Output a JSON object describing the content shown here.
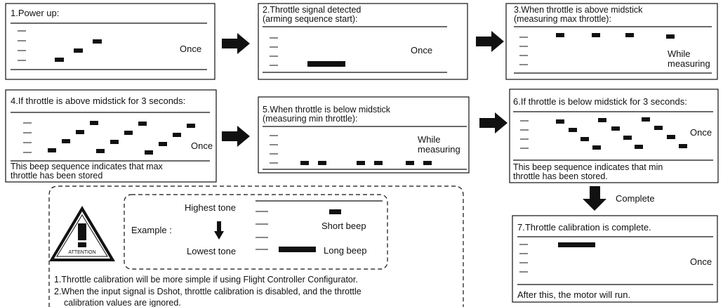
{
  "steps": {
    "s1": {
      "title": "1.Power up:",
      "note": "Once"
    },
    "s2": {
      "title_1": "2.Throttle signal detected",
      "title_2": "(arming sequence start):",
      "note": "Once"
    },
    "s3": {
      "title_1": "3.When throttle is above midstick",
      "title_2": "(measuring max throttle):",
      "note_1": "While",
      "note_2": "measuring"
    },
    "s4": {
      "title": "4.If throttle is above midstick for 3 seconds:",
      "note": "Once",
      "caption_1": "This beep sequence indicates that max",
      "caption_2": "throttle has been stored"
    },
    "s5": {
      "title_1": "5.When throttle is below midstick",
      "title_2": "(measuring min throttle):",
      "note_1": "While",
      "note_2": "measuring"
    },
    "s6": {
      "title": "6.If throttle is below midstick for 3 seconds:",
      "note": "Once",
      "caption_1": "This beep sequence indicates that min",
      "caption_2": "throttle has been stored."
    },
    "s7": {
      "title": "7.Throttle calibration is complete.",
      "note": "Once",
      "caption": "After this, the motor will run."
    }
  },
  "complete_label": "Complete",
  "legend": {
    "attention": "ATTENTION",
    "example_label": "Example :",
    "highest_tone": "Highest tone",
    "lowest_tone": "Lowest tone",
    "short_beep": "Short beep",
    "long_beep": "Long beep"
  },
  "notes": {
    "line_1": "1.Throttle calibration will be more simple if using Flight Controller Configurator.",
    "line_2": "2.When the input signal is Dshot, throttle calibration is disabled, and the throttle",
    "line_3": "calibration values are ignored."
  },
  "colors": {
    "ink": "#111111",
    "arrow": "#111111",
    "background": "#ffffff"
  }
}
